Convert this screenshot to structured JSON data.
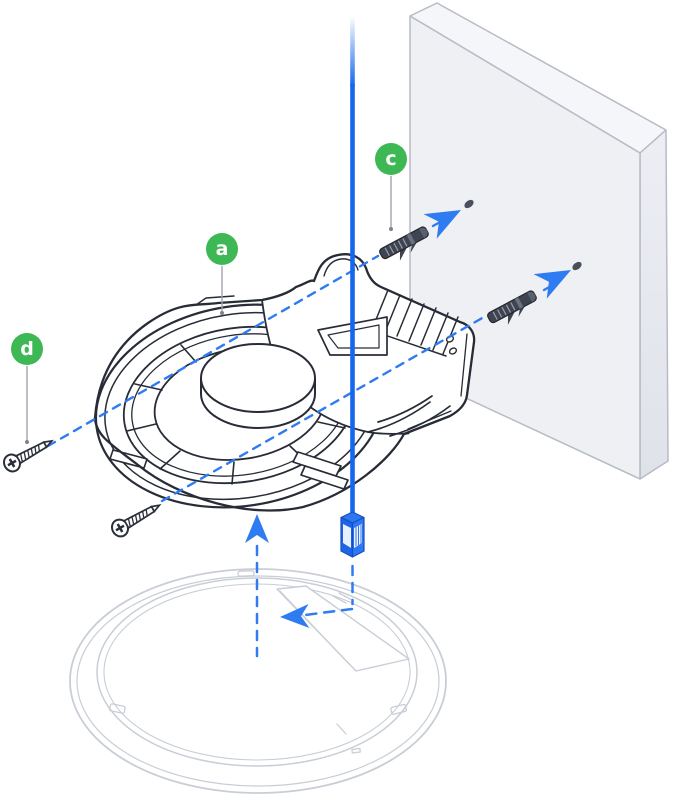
{
  "diagram": {
    "type": "wall-mount installation diagram",
    "callouts": [
      {
        "letter": "a"
      },
      {
        "letter": "c"
      },
      {
        "letter": "d"
      }
    ],
    "colors": {
      "callout_green": "#3eb854",
      "cable_blue": "#1667ef",
      "guide_blue": "#2e7bf2",
      "outline_dark": "#272c37",
      "device_outline": "#c9ced6",
      "wall_front": "#eef0f4",
      "wall_side": "#e6e8ee",
      "wall_top": "#f5f6f9",
      "wall_edge": "#b7bbc5",
      "anchor_body": "#3e4450",
      "hole_color": "#4a4f5b"
    }
  }
}
